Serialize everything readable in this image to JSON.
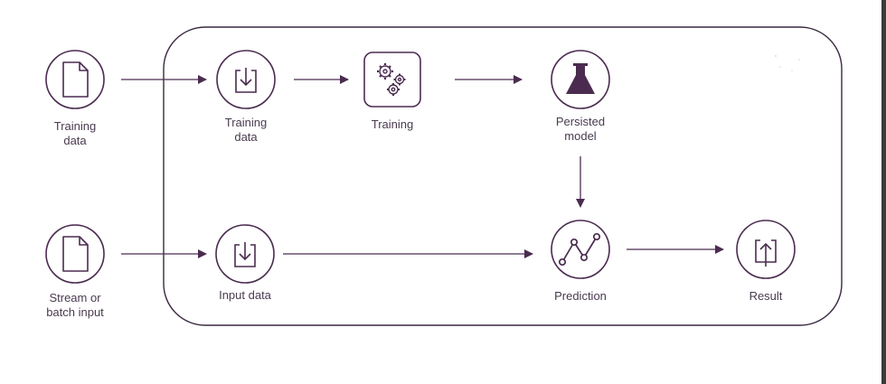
{
  "colors": {
    "accent": "#4b2c50",
    "text": "#4a3a50",
    "background": "#ffffff"
  },
  "nodes": {
    "training_data_source": {
      "label": "Training\ndata",
      "icon": "document-icon"
    },
    "training_data": {
      "label": "Training\ndata",
      "icon": "download-icon"
    },
    "training": {
      "label": "Training",
      "icon": "gears-icon"
    },
    "persisted_model": {
      "label": "Persisted\nmodel",
      "icon": "flask-icon"
    },
    "stream_input_source": {
      "label": "Stream or\nbatch input",
      "icon": "document-icon"
    },
    "input_data": {
      "label": "Input data",
      "icon": "download-icon"
    },
    "prediction": {
      "label": "Prediction",
      "icon": "line-chart-icon"
    },
    "result": {
      "label": "Result",
      "icon": "upload-icon"
    }
  }
}
